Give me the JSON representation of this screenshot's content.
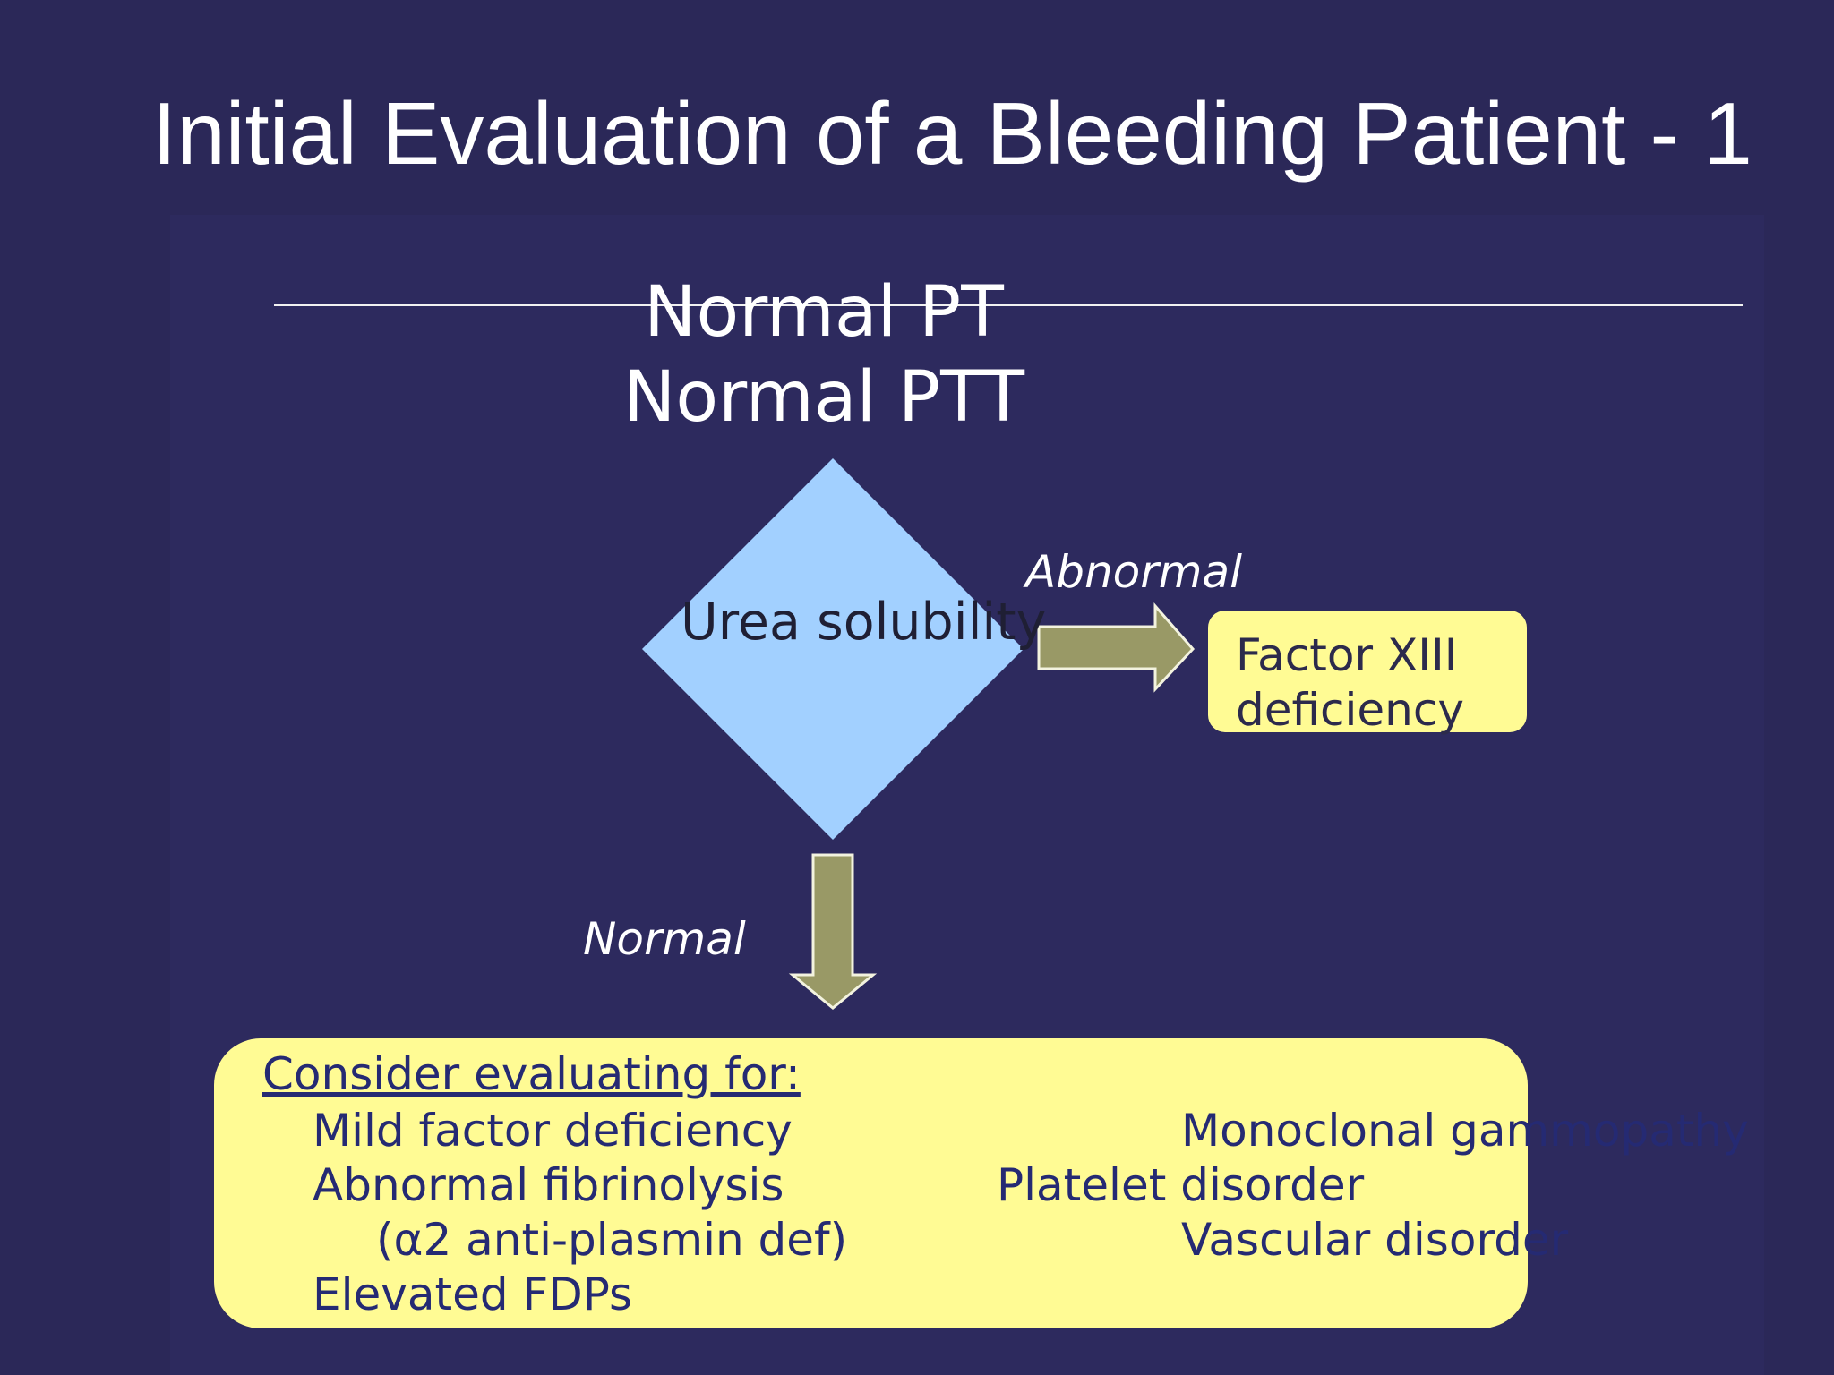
{
  "slide": {
    "title": "Initial Evaluation of a Bleeding Patient - 1"
  },
  "conditions": [
    "Normal PT",
    "Normal PTT"
  ],
  "decision": {
    "label": "Urea\nsolubility"
  },
  "branches": {
    "abnormal": "Abnormal",
    "normal": "Normal"
  },
  "result": {
    "label": "Factor XIII\ndeficiency"
  },
  "consider": {
    "title": "Consider evaluating for:",
    "items": [
      "Mild factor deficiency",
      "Abnormal fibrinolysis",
      "(α2 anti-plasmin def)",
      "Elevated FDPs",
      "Monoclonal gammopathy",
      "Platelet disorder",
      "Vascular disorder"
    ]
  },
  "colors": {
    "background": "#2b2858",
    "diamond": "#a2d0ff",
    "arrow": "#999966",
    "box": "#fffb94",
    "box_text": "#252a73"
  }
}
